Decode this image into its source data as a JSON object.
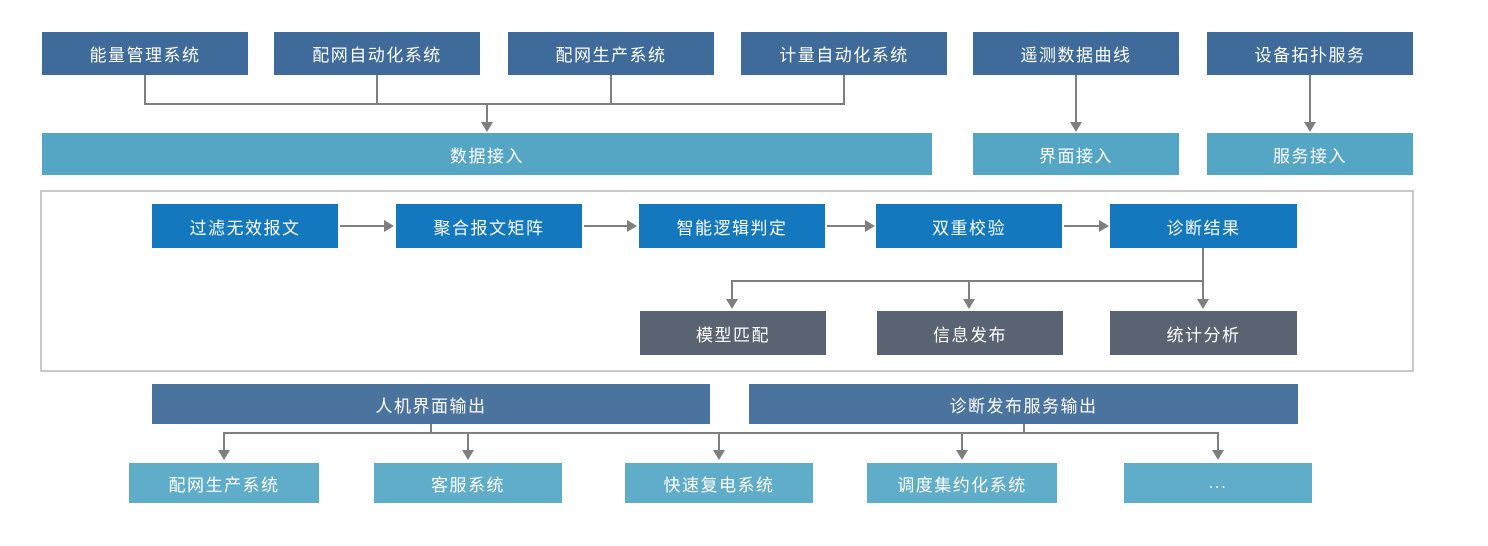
{
  "diagram": {
    "sources": [
      {
        "label": "能量管理系统"
      },
      {
        "label": "配网自动化系统"
      },
      {
        "label": "配网生产系统"
      },
      {
        "label": "计量自动化系统"
      },
      {
        "label": "遥测数据曲线"
      },
      {
        "label": "设备拓扑服务"
      }
    ],
    "access_layer": {
      "data_access": "数据接入",
      "ui_access": "界面接入",
      "service_access": "服务接入"
    },
    "pipeline": [
      {
        "label": "过滤无效报文"
      },
      {
        "label": "聚合报文矩阵"
      },
      {
        "label": "智能逻辑判定"
      },
      {
        "label": "双重校验"
      },
      {
        "label": "诊断结果"
      }
    ],
    "analysis": [
      {
        "label": "模型匹配"
      },
      {
        "label": "信息发布"
      },
      {
        "label": "统计分析"
      }
    ],
    "outputs": {
      "hmi_output": "人机界面输出",
      "diag_service_output": "诊断发布服务输出"
    },
    "consumers": [
      {
        "label": "配网生产系统"
      },
      {
        "label": "客服系统"
      },
      {
        "label": "快速复电系统"
      },
      {
        "label": "调度集约化系统"
      },
      {
        "label": "..."
      }
    ],
    "colors": {
      "source_box": "#3e6b99",
      "access_bar": "#55a5c4",
      "pipeline_box": "#1478bf",
      "analysis_box": "#5a6372",
      "output_bar": "#4a739e",
      "consumer_box": "#5fadc9",
      "connector": "#7f7f7f",
      "frame_border": "#c9c9c9"
    }
  }
}
